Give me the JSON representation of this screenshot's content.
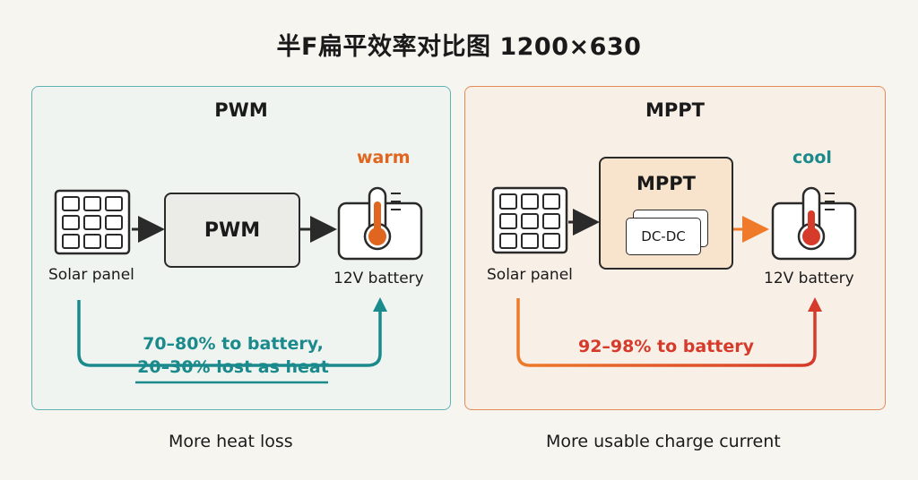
{
  "title": "半F扁平效率对比图 1200×630",
  "pwm": {
    "heading": "PWM",
    "panel_label": "Solar panel",
    "controller_label": "PWM",
    "battery_label": "12V battery",
    "temp_label": "warm",
    "loss_line1": "70–80% to battery,",
    "loss_line2": "20–30% lost as heat",
    "footer": "More heat loss",
    "accent_color": "#1a8a8c",
    "temp_color": "#e0651f"
  },
  "mppt": {
    "heading": "MPPT",
    "panel_label": "Solar panel",
    "controller_label": "MPPT",
    "converter_label": "DC-DC",
    "battery_label": "12V battery",
    "temp_label": "cool",
    "efficiency": "92–98% to battery",
    "footer": "More usable charge current",
    "accent_color": "#d63a2a",
    "temp_color": "#1a8a8c"
  }
}
